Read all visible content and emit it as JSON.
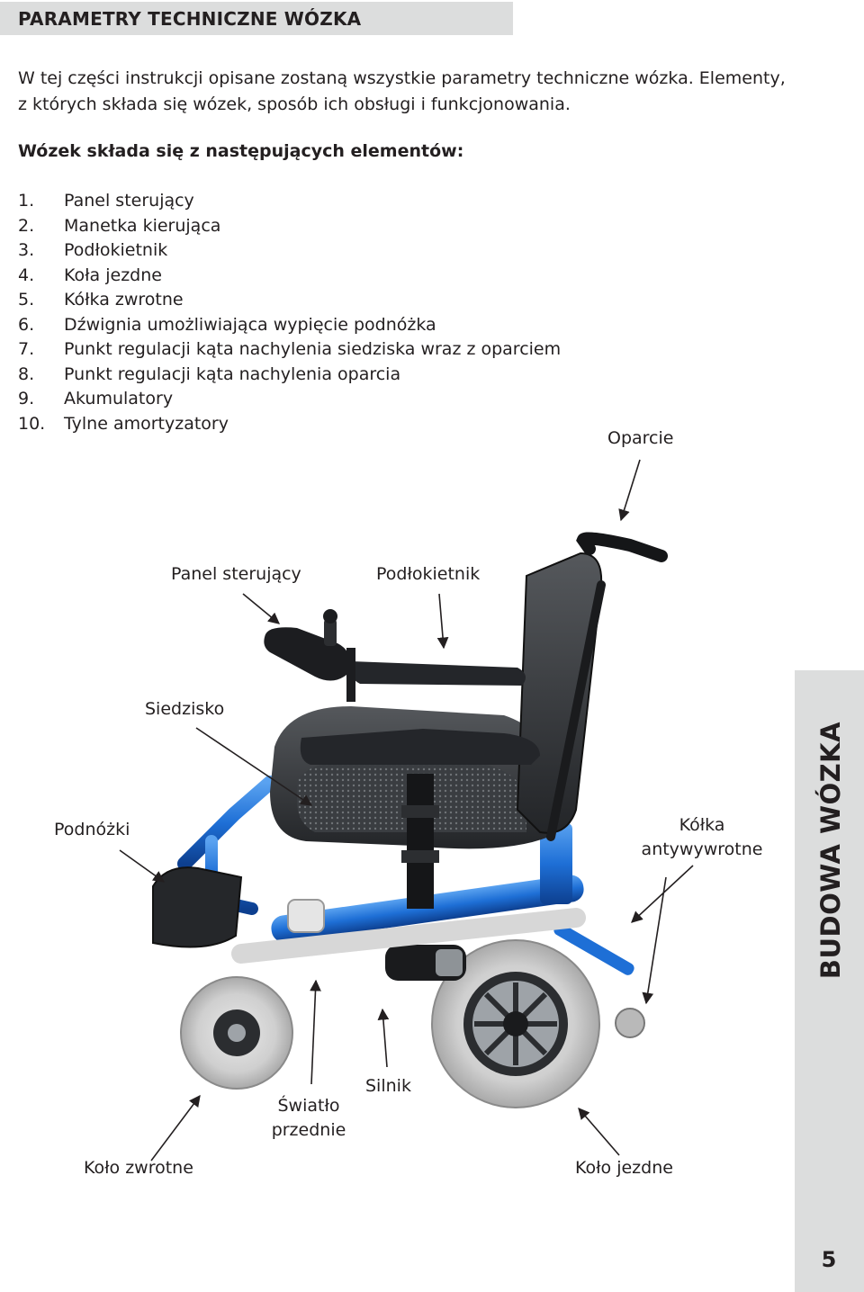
{
  "header": {
    "title": "PARAMETRY TECHNICZNE WÓZKA"
  },
  "intro": {
    "line1": "W tej części instrukcji opisane zostaną wszystkie parametry techniczne wózka. Elementy,",
    "line2": "z których składa się wózek, sposób ich obsługi i funkcjonowania."
  },
  "subheading": "Wózek składa się z następujących elementów:",
  "elements": [
    {
      "num": "1.",
      "text": "Panel sterujący"
    },
    {
      "num": "2.",
      "text": "Manetka kierująca"
    },
    {
      "num": "3.",
      "text": "Podłokietnik"
    },
    {
      "num": "4.",
      "text": "Koła jezdne"
    },
    {
      "num": "5.",
      "text": "Kółka zwrotne"
    },
    {
      "num": "6.",
      "text": "Dźwignia umożliwiająca wypięcie podnóżka"
    },
    {
      "num": "7.",
      "text": "Punkt regulacji kąta nachylenia siedziska wraz z oparciem"
    },
    {
      "num": "8.",
      "text": "Punkt regulacji kąta nachylenia oparcia"
    },
    {
      "num": "9.",
      "text": "Akumulatory"
    },
    {
      "num": "10.",
      "text": "Tylne amortyzatory"
    }
  ],
  "diagram_labels": {
    "oparcie": "Oparcie",
    "panel": "Panel sterujący",
    "podlokietnik": "Podłokietnik",
    "siedzisko": "Siedzisko",
    "podnozki": "Podnóżki",
    "kolka_line1": "Kółka",
    "kolka_line2": "antywywrotne",
    "swiatlo_line1": "Światło",
    "swiatlo_line2": "przednie",
    "silnik": "Silnik",
    "kolo_zwrotne": "Koło zwrotne",
    "kolo_jezdne": "Koło jezdne"
  },
  "sidebar": {
    "title": "BUDOWA WÓZKA"
  },
  "page_number": "5",
  "colors": {
    "frame_blue": "#1e6fd6",
    "header_gray": "#dcdddd",
    "text": "#231f20"
  }
}
